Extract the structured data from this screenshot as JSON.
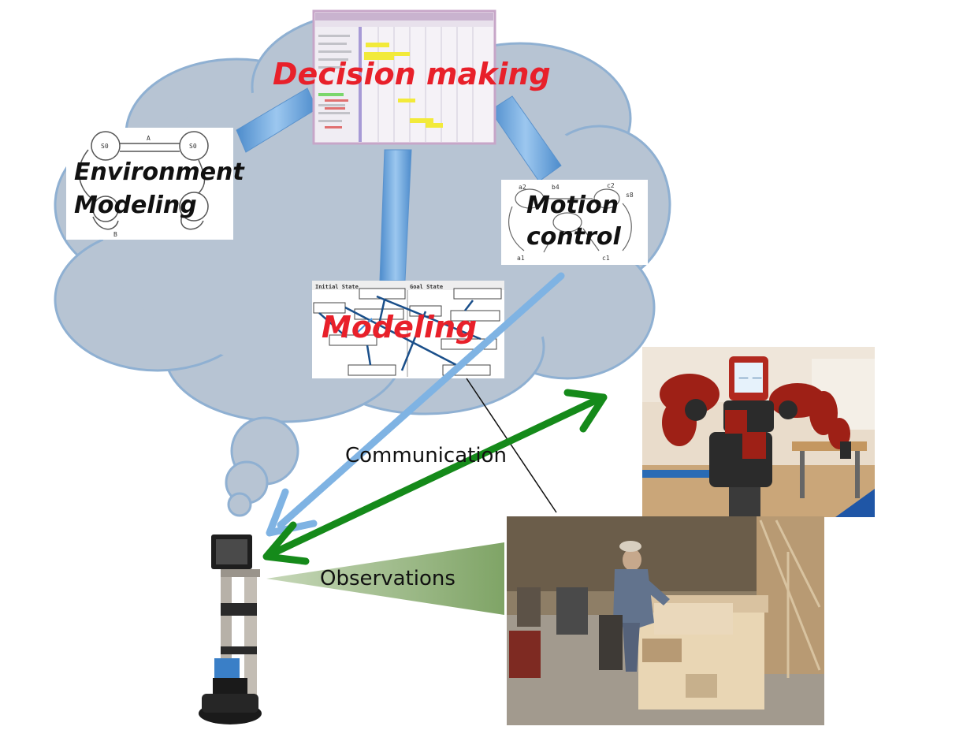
{
  "labels": {
    "decision_making": "Decision making",
    "environment_modeling_line1": "Environment",
    "environment_modeling_line2": "Modeling",
    "motion_control_line1": "Motion",
    "motion_control_line2": "control",
    "modeling": "Modeling",
    "communication": "Communication",
    "observations": "Observations"
  },
  "colors": {
    "cloud_fill": "#b7c4d3",
    "cloud_stroke": "#8fb0d2",
    "connector_blue": "#6fa6d8",
    "arrow_light_blue": "#7fb3e3",
    "arrow_green": "#158a1a",
    "observation_cone": "#8fb07a",
    "title_red": "#e8202a"
  }
}
